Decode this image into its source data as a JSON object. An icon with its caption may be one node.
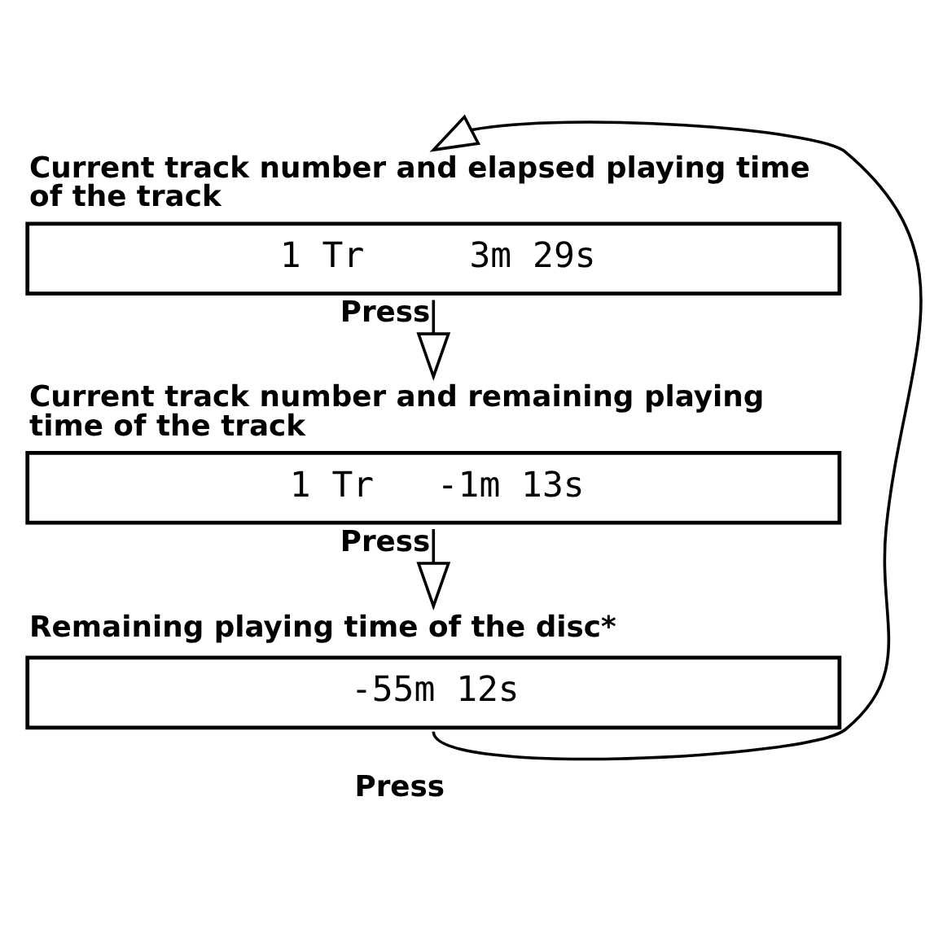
{
  "diagram": {
    "nodes": [
      {
        "text": [
          "Current track number and elapsed playing time of the track",
          "1 Tr     3m 29s"
        ]
      },
      {
        "text": [
          "Current track number and remaining playing time of the track",
          "1 Tr   -1m 13s"
        ]
      },
      {
        "text": [
          "Remaining playing time of the disc*",
          "-55m 12s"
        ]
      }
    ],
    "edges": [
      {
        "from": 0,
        "to": 1,
        "arrow": "to",
        "label": "Press"
      },
      {
        "from": 1,
        "to": 2,
        "arrow": "to",
        "label": "Press"
      },
      {
        "from": 2,
        "to": 0,
        "arrow": "to",
        "label": "Press"
      }
    ]
  }
}
